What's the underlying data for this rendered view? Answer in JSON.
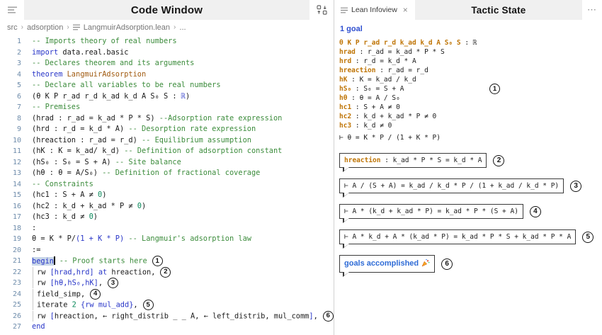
{
  "window": {
    "left_title": "Code Window",
    "right_tab": "Lean Infoview",
    "right_title": "Tactic State",
    "breadcrumb": {
      "items": [
        "src",
        "adsorption"
      ],
      "file": "LangmuirAdsorption.lean",
      "more": "..."
    }
  },
  "icons": {
    "menu": "unordered-list-icon",
    "split": "open-changes-icon",
    "file": "list-lines-icon",
    "close_glyph": "×",
    "more_glyph": "⋯",
    "chevron_glyph": "›",
    "party_emoji": "🎉"
  },
  "colors": {
    "keyword": "#2936c8",
    "comment": "#3c8c3c",
    "number": "#09885a",
    "theorem_name": "#a05a10",
    "hypothesis_name": "#bf7506",
    "goal_count": "#2f4fd0",
    "accomplished": "#2e6bd6",
    "line_number": "#6e8cab",
    "selection": "#c8d6e8",
    "header_band": "#f0f0f0"
  },
  "code": {
    "lines": [
      {
        "n": 1,
        "segs": [
          {
            "t": "-- Imports theory of real numbers",
            "c": "cm"
          }
        ]
      },
      {
        "n": 2,
        "segs": [
          {
            "t": "import",
            "c": "kw"
          },
          {
            "t": " data.real.basic",
            "c": "tx"
          }
        ]
      },
      {
        "n": 3,
        "segs": [
          {
            "t": "-- Declares theorem and its arguments",
            "c": "cm"
          }
        ]
      },
      {
        "n": 4,
        "segs": [
          {
            "t": "theorem",
            "c": "kw"
          },
          {
            "t": " LangmuirAdsorption",
            "c": "id"
          }
        ]
      },
      {
        "n": 5,
        "segs": [
          {
            "t": "-- Declare all variables to be real numbers",
            "c": "cm"
          }
        ]
      },
      {
        "n": 6,
        "segs": [
          {
            "t": "(θ K P r_ad r_d k_ad k_d A S₀ S : ",
            "c": "tx"
          },
          {
            "t": "ℝ",
            "c": "kw"
          },
          {
            "t": ")",
            "c": "tx"
          }
        ]
      },
      {
        "n": 7,
        "segs": [
          {
            "t": "-- Premises",
            "c": "cm"
          }
        ]
      },
      {
        "n": 8,
        "segs": [
          {
            "t": "(hrad : r_ad = k_ad * P * S) ",
            "c": "tx"
          },
          {
            "t": "--Adsorption rate expression",
            "c": "cm"
          }
        ]
      },
      {
        "n": 9,
        "segs": [
          {
            "t": "(hrd : r_d = k_d * A) ",
            "c": "tx"
          },
          {
            "t": "-- Desorption rate expression",
            "c": "cm"
          }
        ]
      },
      {
        "n": 10,
        "segs": [
          {
            "t": "(hreaction : r_ad = r_d) ",
            "c": "tx"
          },
          {
            "t": "-- Equilibrium assumption",
            "c": "cm"
          }
        ]
      },
      {
        "n": 11,
        "segs": [
          {
            "t": "(hK : K = k_ad/ k_d) ",
            "c": "tx"
          },
          {
            "t": "-- Definition of adsorption constant",
            "c": "cm"
          }
        ]
      },
      {
        "n": 12,
        "segs": [
          {
            "t": "(hS₀ : S₀ = S + A) ",
            "c": "tx"
          },
          {
            "t": "-- Site balance",
            "c": "cm"
          }
        ]
      },
      {
        "n": 13,
        "segs": [
          {
            "t": "(hθ : θ = A/S₀) ",
            "c": "tx"
          },
          {
            "t": "-- Definition of fractional coverage",
            "c": "cm"
          }
        ]
      },
      {
        "n": 14,
        "segs": [
          {
            "t": "-- Constraints",
            "c": "cm"
          }
        ]
      },
      {
        "n": 15,
        "segs": [
          {
            "t": "(hc1 : S + A ≠ ",
            "c": "tx"
          },
          {
            "t": "0",
            "c": "num"
          },
          {
            "t": ")",
            "c": "tx"
          }
        ]
      },
      {
        "n": 16,
        "segs": [
          {
            "t": "(hc2 : k_d + k_ad * P ≠ ",
            "c": "tx"
          },
          {
            "t": "0",
            "c": "num"
          },
          {
            "t": ")",
            "c": "tx"
          }
        ]
      },
      {
        "n": 17,
        "segs": [
          {
            "t": "(hc3 : k_d ≠ ",
            "c": "tx"
          },
          {
            "t": "0",
            "c": "num"
          },
          {
            "t": ")",
            "c": "tx"
          }
        ]
      },
      {
        "n": 18,
        "segs": [
          {
            "t": ":",
            "c": "tx"
          }
        ]
      },
      {
        "n": 19,
        "segs": [
          {
            "t": "θ = K * P/",
            "c": "tx"
          },
          {
            "t": "(1 + K * P)",
            "c": "bl"
          },
          {
            "t": " ",
            "c": "tx"
          },
          {
            "t": "-- Langmuir's adsorption law",
            "c": "cm"
          }
        ]
      },
      {
        "n": 20,
        "segs": [
          {
            "t": ":=",
            "c": "tx"
          }
        ]
      },
      {
        "n": 21,
        "segs": [
          {
            "t": "begin",
            "c": "kw sel"
          },
          {
            "cursor": true
          },
          {
            "t": " ",
            "c": "tx"
          },
          {
            "t": "-- Proof starts here",
            "c": "cm"
          }
        ],
        "badge": "1"
      },
      {
        "n": 22,
        "indent": true,
        "segs": [
          {
            "t": "rw ",
            "c": "tx"
          },
          {
            "t": "[hrad,hrd]",
            "c": "bl"
          },
          {
            "t": " ",
            "c": "tx"
          },
          {
            "t": "at",
            "c": "kw"
          },
          {
            "t": " hreaction,",
            "c": "tx"
          }
        ],
        "badge": "2"
      },
      {
        "n": 23,
        "indent": true,
        "segs": [
          {
            "t": "rw ",
            "c": "tx"
          },
          {
            "t": "[hθ,hS₀,hK]",
            "c": "bl"
          },
          {
            "t": ",",
            "c": "tx"
          }
        ],
        "badge": "3"
      },
      {
        "n": 24,
        "indent": true,
        "segs": [
          {
            "t": "field_simp,",
            "c": "tx"
          }
        ],
        "badge": "4"
      },
      {
        "n": 25,
        "indent": true,
        "segs": [
          {
            "t": "iterate ",
            "c": "tx"
          },
          {
            "t": "2",
            "c": "num"
          },
          {
            "t": " ",
            "c": "tx"
          },
          {
            "t": "{rw mul_add}",
            "c": "bl"
          },
          {
            "t": ",",
            "c": "tx"
          }
        ],
        "badge": "5"
      },
      {
        "n": 26,
        "indent": true,
        "segs": [
          {
            "t": "rw ",
            "c": "tx"
          },
          {
            "t": "[",
            "c": "bl"
          },
          {
            "t": "hreaction, ← right_distrib _ _ A, ← left_distrib, mul_comm",
            "c": "tx"
          },
          {
            "t": "]",
            "c": "bl"
          },
          {
            "t": ",",
            "c": "tx"
          }
        ],
        "badge": "6"
      },
      {
        "n": 27,
        "segs": [
          {
            "t": "end",
            "c": "kw"
          }
        ]
      }
    ]
  },
  "infoview": {
    "goal_count": "1 goal",
    "hypotheses": [
      {
        "name": "θ K P r_ad r_d k_ad k_d A S₀ S",
        "rest": " : ℝ"
      },
      {
        "name": "hrad",
        "rest": " : r_ad = k_ad * P * S"
      },
      {
        "name": "hrd",
        "rest": " : r_d = k_d * A"
      },
      {
        "name": "hreaction",
        "rest": " : r_ad = r_d"
      },
      {
        "name": "hK",
        "rest": " : K = k_ad / k_d"
      },
      {
        "name": "hS₀",
        "rest": " : S₀ = S + A",
        "badge": "1"
      },
      {
        "name": "hθ",
        "rest": " : θ = A / S₀"
      },
      {
        "name": "hc1",
        "rest": " : S + A ≠ 0"
      },
      {
        "name": "hc2",
        "rest": " : k_d + k_ad * P ≠ 0"
      },
      {
        "name": "hc3",
        "rest": " : k_d ≠ 0"
      }
    ],
    "goal": "⊢ θ = K * P / (1 + K * P)",
    "steps": [
      {
        "kind": "hyp",
        "name": "hreaction",
        "text": " : k_ad * P * S = k_d * A",
        "badge": "2"
      },
      {
        "kind": "goal",
        "text": "⊢ A / (S + A) = k_ad / k_d * P / (1 + k_ad / k_d * P)",
        "badge": "3"
      },
      {
        "kind": "goal",
        "text": "⊢ A * (k_d + k_ad * P) = k_ad * P * (S + A)",
        "badge": "4"
      },
      {
        "kind": "goal",
        "text": "⊢ A * k_d + A * (k_ad * P) = k_ad * P * S + k_ad * P * A",
        "badge": "5"
      },
      {
        "kind": "done",
        "text": "goals accomplished",
        "emoji": "🎉",
        "badge": "6"
      }
    ]
  }
}
